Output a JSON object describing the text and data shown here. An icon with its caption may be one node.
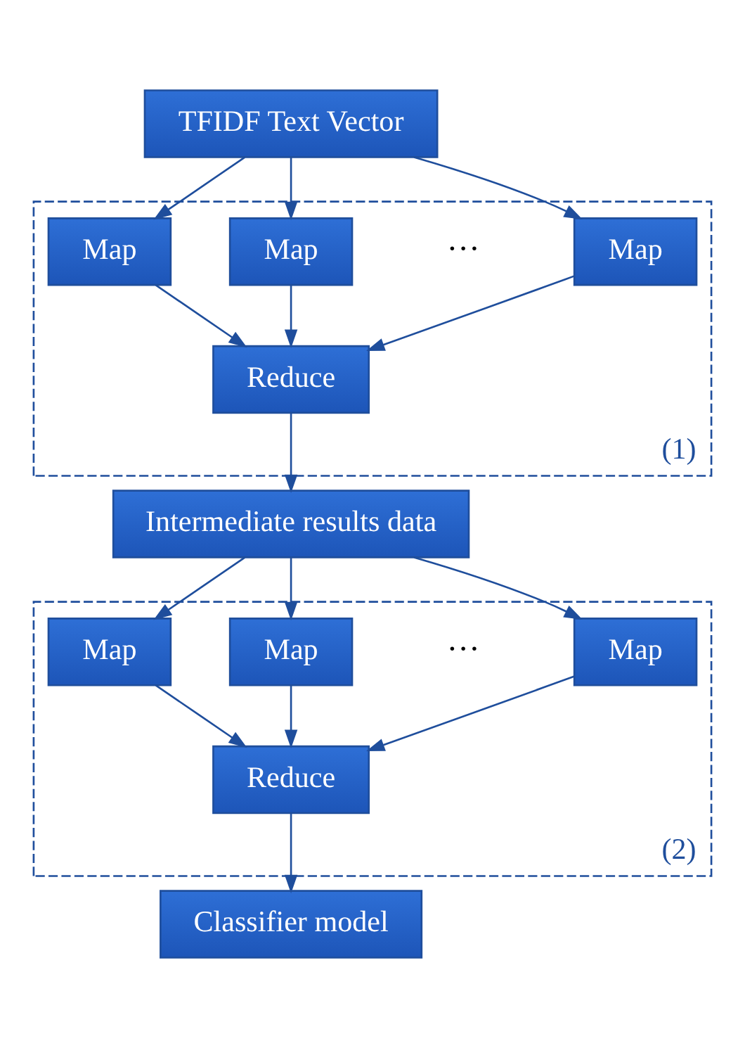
{
  "diagram": {
    "nodes": [
      {
        "text": [
          "TFIDF Text Vector"
        ]
      },
      {
        "text": [
          "(1)"
        ]
      },
      {
        "text": [
          "Map"
        ],
        "in": 1
      },
      {
        "text": [
          "Map"
        ],
        "in": 1
      },
      {
        "text": [
          "Map"
        ],
        "in": 1
      },
      {
        "text": [
          "Reduce"
        ],
        "in": 1
      },
      {
        "text": [
          "Intermediate results data"
        ]
      },
      {
        "text": [
          "(2)"
        ]
      },
      {
        "text": [
          "Map"
        ],
        "in": 7
      },
      {
        "text": [
          "Map"
        ],
        "in": 7
      },
      {
        "text": [
          "Map"
        ],
        "in": 7
      },
      {
        "text": [
          "Reduce"
        ],
        "in": 7
      },
      {
        "text": [
          "Classifier model"
        ]
      }
    ],
    "edges": [
      {
        "from": 0,
        "to": 2,
        "arrow": "to"
      },
      {
        "from": 0,
        "to": 3,
        "arrow": "to"
      },
      {
        "from": 0,
        "to": 4,
        "arrow": "to"
      },
      {
        "from": 2,
        "to": 5,
        "arrow": "to"
      },
      {
        "from": 3,
        "to": 5,
        "arrow": "to"
      },
      {
        "from": 4,
        "to": 5,
        "arrow": "to"
      },
      {
        "from": 5,
        "to": 6,
        "arrow": "to"
      },
      {
        "from": 6,
        "to": 8,
        "arrow": "to"
      },
      {
        "from": 6,
        "to": 9,
        "arrow": "to"
      },
      {
        "from": 6,
        "to": 10,
        "arrow": "to"
      },
      {
        "from": 8,
        "to": 11,
        "arrow": "to"
      },
      {
        "from": 9,
        "to": 11,
        "arrow": "to"
      },
      {
        "from": 10,
        "to": 11,
        "arrow": "to"
      },
      {
        "from": 11,
        "to": 12,
        "arrow": "to"
      }
    ],
    "labels": [
      "···",
      "···"
    ]
  }
}
